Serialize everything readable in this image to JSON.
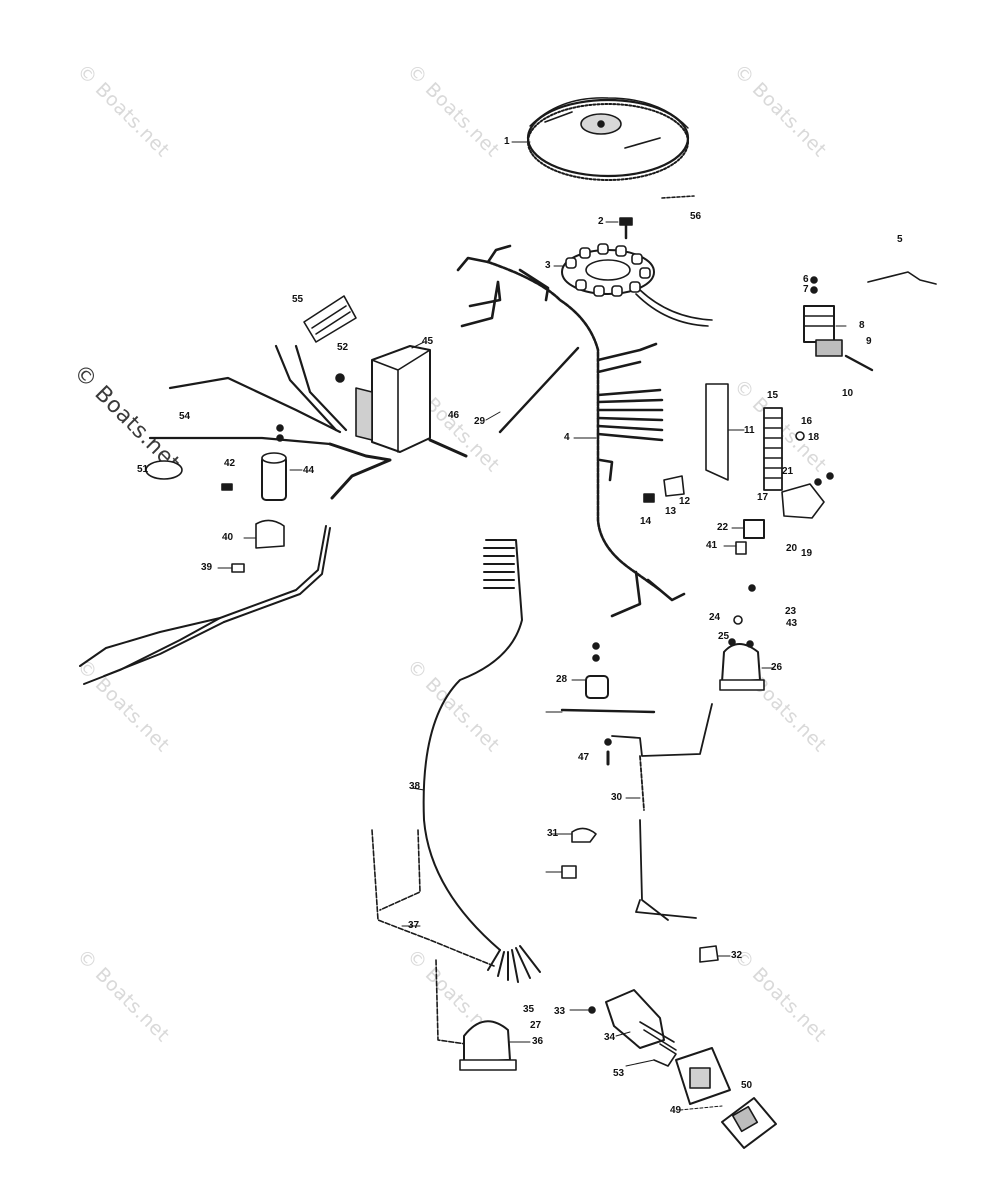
{
  "watermark_text": "© Boats.net",
  "callouts": [
    "1",
    "2",
    "3",
    "4",
    "5",
    "6",
    "7",
    "8",
    "9",
    "10",
    "11",
    "12",
    "13",
    "14",
    "15",
    "16",
    "17",
    "18",
    "19",
    "20",
    "21",
    "22",
    "23",
    "24",
    "25",
    "26",
    "27",
    "28",
    "29",
    "30",
    "31",
    "32",
    "33",
    "34",
    "35",
    "36",
    "37",
    "38",
    "39",
    "40",
    "41",
    "42",
    "43",
    "44",
    "45",
    "46",
    "47",
    "49",
    "50",
    "51",
    "52",
    "53",
    "54",
    "55",
    "56"
  ],
  "colors": {
    "ink": "#1a1a1a",
    "watermark": "#d9d9d9",
    "background": "#ffffff"
  }
}
